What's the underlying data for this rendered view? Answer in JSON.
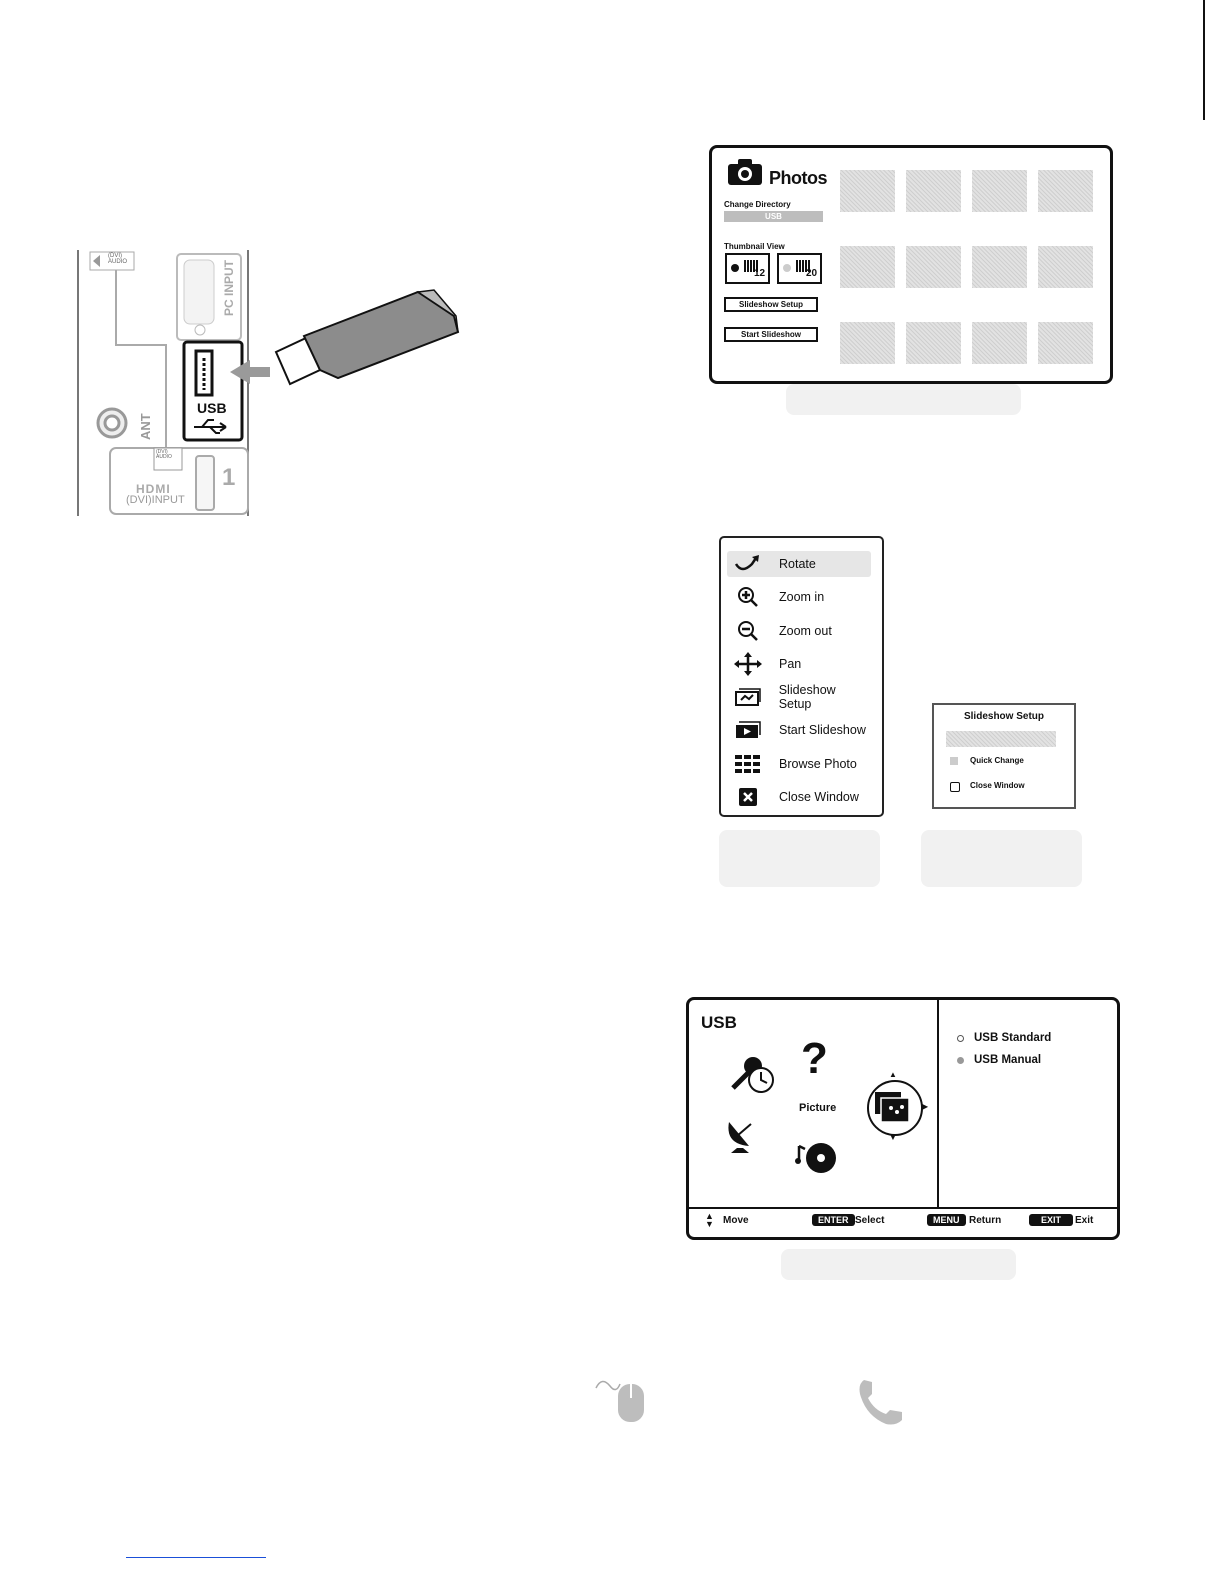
{
  "rear_panel": {
    "dvi_audio_top": "(DVI)\nAUDIO",
    "pc_input_label": "PC INPUT",
    "usb_label": "USB",
    "ant_label": "ANT",
    "dvi_audio_bottom": "(DVI)\nAUDIO",
    "hdmi_label": "HDMI",
    "dvi_input_label": "(DVI)INPUT",
    "hdmi_number": "1"
  },
  "photos_screen": {
    "title": "Photos",
    "change_directory_label": "Change Directory",
    "directory_value": "USB",
    "thumbnail_view_label": "Thumbnail View",
    "thumb_option_12": "12",
    "thumb_option_20": "20",
    "slideshow_setup_button": "Slideshow Setup",
    "start_slideshow_button": "Start Slideshow"
  },
  "context_menu": {
    "items": [
      {
        "label": "Rotate",
        "icon": "rotate-icon"
      },
      {
        "label": "Zoom in",
        "icon": "zoom-in-icon"
      },
      {
        "label": "Zoom out",
        "icon": "zoom-out-icon"
      },
      {
        "label": "Pan",
        "icon": "pan-icon"
      },
      {
        "label": "Slideshow Setup",
        "icon": "slideshow-setup-icon"
      },
      {
        "label": "Start Slideshow",
        "icon": "start-slideshow-icon"
      },
      {
        "label": "Browse Photo",
        "icon": "browse-photo-icon"
      },
      {
        "label": "Close Window",
        "icon": "close-window-icon"
      }
    ]
  },
  "slideshow_dialog": {
    "title": "Slideshow Setup",
    "option1": "Quick Change",
    "option2": "Close Window"
  },
  "usb_screen": {
    "title": "USB",
    "center_label": "Picture",
    "question_mark": "?",
    "options": [
      "USB Standard",
      "USB Manual"
    ],
    "bar": {
      "move": "Move",
      "enter_key": "ENTER",
      "select": "Select",
      "menu_key": "MENU",
      "return": "Return",
      "exit_key": "EXIT",
      "exit": "Exit"
    }
  },
  "colors": {
    "arrow_gray": "#9a9a9a",
    "hatch": "#d9d9d9",
    "menu_highlight": "#e6e6e6"
  }
}
